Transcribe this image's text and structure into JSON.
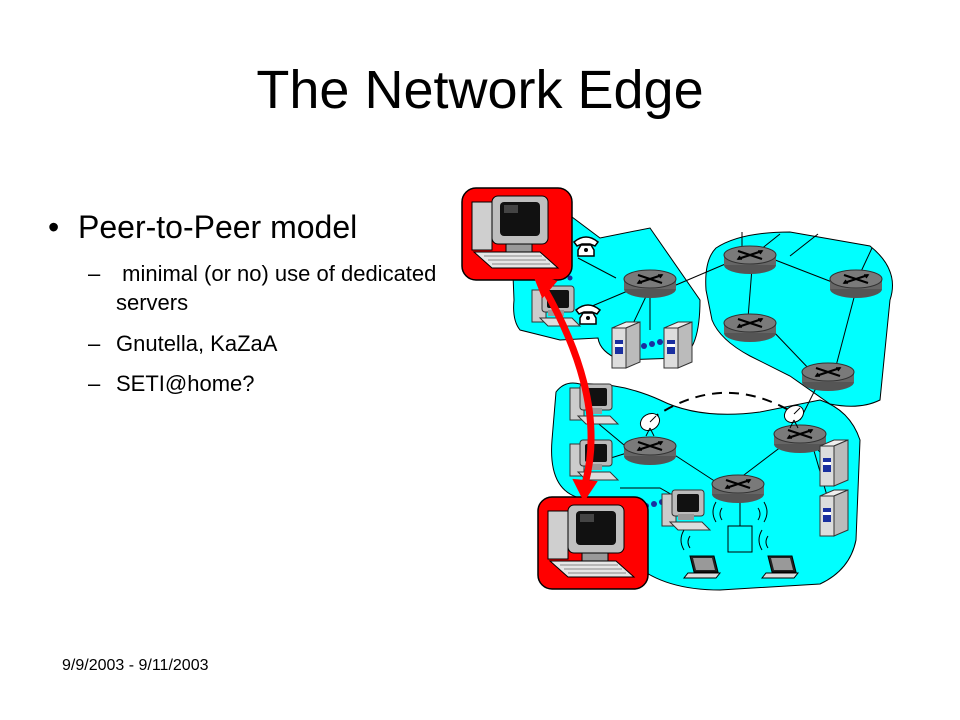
{
  "slide": {
    "title": "The Network Edge",
    "bullet": {
      "marker": "•",
      "text": "Peer-to-Peer model"
    },
    "sub_bullets": [
      {
        "marker": "–",
        "text": " minimal (or no) use of dedicated  servers"
      },
      {
        "marker": "–",
        "text": "Gnutella, KaZaA"
      },
      {
        "marker": "–",
        "text": "SETI@home?"
      }
    ],
    "footer": "9/9/2003 - 9/11/2003"
  },
  "diagram": {
    "colors": {
      "cloud": "#00ffff",
      "highlight": "#ff0000",
      "device": "#d8d8d8",
      "screen": "#000080"
    },
    "icons": [
      "router-icon",
      "server-icon",
      "desktop-computer-icon",
      "laptop-icon",
      "phone-icon",
      "satellite-dish-icon",
      "wireless-base-station-icon",
      "double-arrow-icon"
    ]
  }
}
